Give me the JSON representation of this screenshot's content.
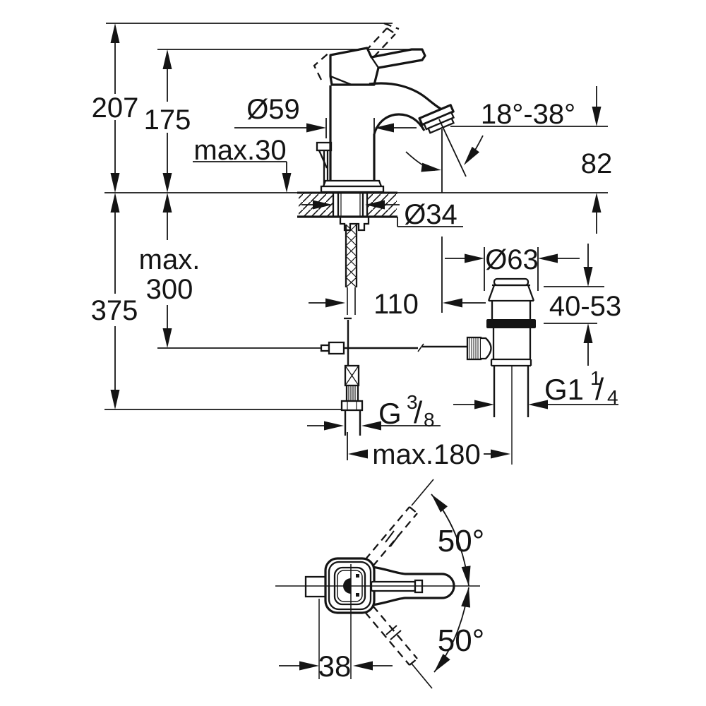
{
  "drawing": {
    "background": "#ffffff",
    "line_color": "#141414",
    "views": [
      "side-view-with-installation",
      "top-view-handle-swing"
    ]
  },
  "labels": {
    "overall_height": "207",
    "handle_top_height": "175",
    "body_diameter": "Ø59",
    "deck_max_thickness": "max.30",
    "aerator_angle_range": "18°-38°",
    "spout_outlet_height": "82",
    "mounting_hole_diameter": "Ø34",
    "max_below_deck_line1": "max.",
    "max_below_deck_line2": "300",
    "total_below_deck": "375",
    "spout_projection": "110",
    "waste_flange_diameter": "Ø63",
    "waste_deck_thickness_range": "40-53",
    "waste_thread_main": "G1",
    "waste_thread_sup": "1",
    "waste_thread_slash": "/",
    "waste_thread_sub": "4",
    "hose_thread_main": "G",
    "hose_thread_sup": "3",
    "hose_thread_slash": "/",
    "hose_thread_sub": "8",
    "hose_max_length": "max.180",
    "handle_swing_upper": "50°",
    "handle_swing_lower": "50°",
    "handle_center_offset": "38"
  }
}
